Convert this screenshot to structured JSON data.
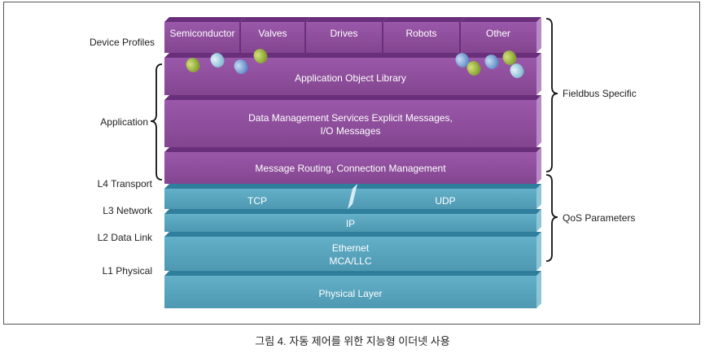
{
  "layers": {
    "profiles": [
      "Semiconductor",
      "Valves",
      "Drives",
      "Robots",
      "Other"
    ],
    "app_object_library": "Application Object Library",
    "data_mgmt_line1": "Data Management Services Explicit Messages,",
    "data_mgmt_line2": "I/O Messages",
    "message_routing": "Message Routing, Connection Management",
    "tcp": "TCP",
    "udp": "UDP",
    "ip": "IP",
    "ethernet_line1": "Ethernet",
    "ethernet_line2": "MCA/LLC",
    "physical_layer": "Physical Layer"
  },
  "left_labels": {
    "device_profiles": "Device Profiles",
    "application": "Application",
    "l4": "L4 Transport",
    "l3": "L3 Network",
    "l2": "L2 Data Link",
    "l1": "L1 Physical"
  },
  "right_labels": {
    "fieldbus": "Fieldbus Specific",
    "qos": "QoS Parameters"
  },
  "caption": "그림 4. 자동 제어를 위한 지능형 이더넷 사용",
  "colors": {
    "purple_front": "#8e4e9e",
    "purple_top": "#6a2f7a",
    "purple_side": "#b88ac6",
    "teal_front": "#5aa6c0",
    "teal_top": "#2f7f9c",
    "teal_side": "#8cc6d8"
  }
}
